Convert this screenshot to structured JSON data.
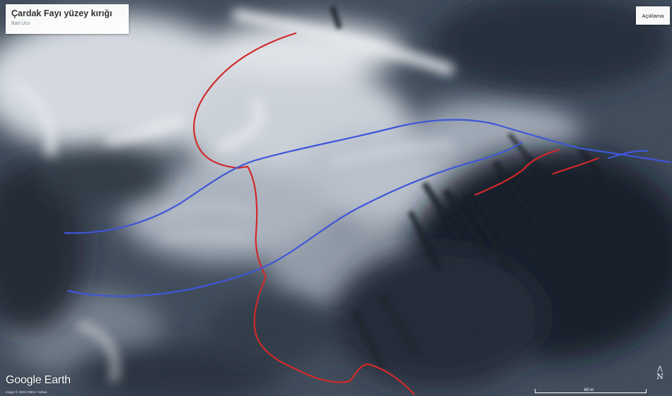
{
  "app": {
    "brand": "Google Earth",
    "credits": "Image © 2023 CNES / Airbus"
  },
  "title_card": {
    "title": "Çardak Fayı yüzey kırığı",
    "subtitle": "Bati Ucu"
  },
  "buttons": {
    "explain": "Açıklama"
  },
  "scale_bar": {
    "label": "60 m"
  },
  "compass": {
    "label": "N"
  },
  "colors": {
    "fault_red": "#cf2a2a",
    "fault_blue": "#3f56d8",
    "panel": "#ffffff"
  },
  "icons": {
    "compass": "north-arrow-icon"
  }
}
